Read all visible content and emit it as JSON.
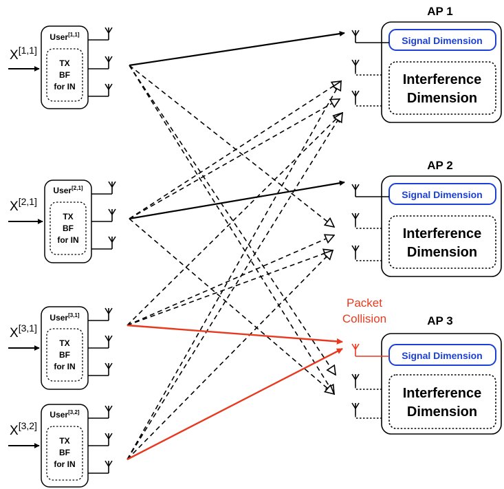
{
  "users": [
    {
      "input_base": "X",
      "input_sup": "[1,1]",
      "name_base": "User",
      "name_sup": "[1,1]",
      "inner": [
        "TX",
        "BF",
        "for IN"
      ]
    },
    {
      "input_base": "X",
      "input_sup": "[2,1]",
      "name_base": "User",
      "name_sup": "[2,1]",
      "inner": [
        "TX",
        "BF",
        "for IN"
      ]
    },
    {
      "input_base": "X",
      "input_sup": "[3,1]",
      "name_base": "User",
      "name_sup": "[3,1]",
      "inner": [
        "TX",
        "BF",
        "for IN"
      ]
    },
    {
      "input_base": "X",
      "input_sup": "[3,2]",
      "name_base": "User",
      "name_sup": "[3,2]",
      "inner": [
        "TX",
        "BF",
        "for IN"
      ]
    }
  ],
  "aps": [
    {
      "title": "AP 1",
      "signal_label": "Signal Dimension",
      "interference_label": [
        "Interference",
        "Dimension"
      ]
    },
    {
      "title": "AP 2",
      "signal_label": "Signal Dimension",
      "interference_label": [
        "Interference",
        "Dimension"
      ]
    },
    {
      "title": "AP 3",
      "signal_label": "Signal Dimension",
      "interference_label": [
        "Interference",
        "Dimension"
      ]
    }
  ],
  "collision_label": [
    "Packet",
    "Collision"
  ],
  "colors": {
    "line": "#000000",
    "signal": "#1a3fd6",
    "collision": "#e8391e"
  }
}
